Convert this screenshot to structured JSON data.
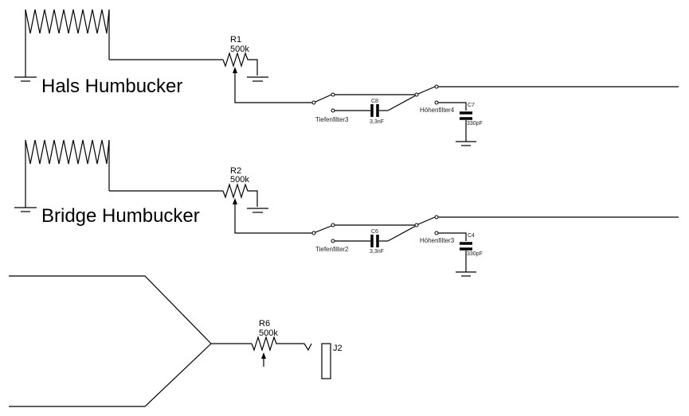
{
  "diagram": {
    "type": "guitar wiring schematic",
    "pickups": [
      {
        "name": "Hals Humbucker"
      },
      {
        "name": "Bridge Humbucker"
      }
    ],
    "potentiometers": [
      {
        "ref": "R1",
        "value": "500k"
      },
      {
        "ref": "R2",
        "value": "500k"
      },
      {
        "ref": "R6",
        "value": "500k"
      }
    ],
    "switches": [
      {
        "label": "Tiefenfilter3"
      },
      {
        "label": "Höhenfilter4"
      },
      {
        "label": "Tiefenfilter2"
      },
      {
        "label": "Höhenfilter3"
      }
    ],
    "capacitors": [
      {
        "ref": "C8",
        "value": "3,3nF"
      },
      {
        "ref": "C7",
        "value": "330pF"
      },
      {
        "ref": "C6",
        "value": "3,3nF"
      },
      {
        "ref": "C4",
        "value": "330pF"
      }
    ],
    "jack": {
      "ref": "J2"
    }
  }
}
